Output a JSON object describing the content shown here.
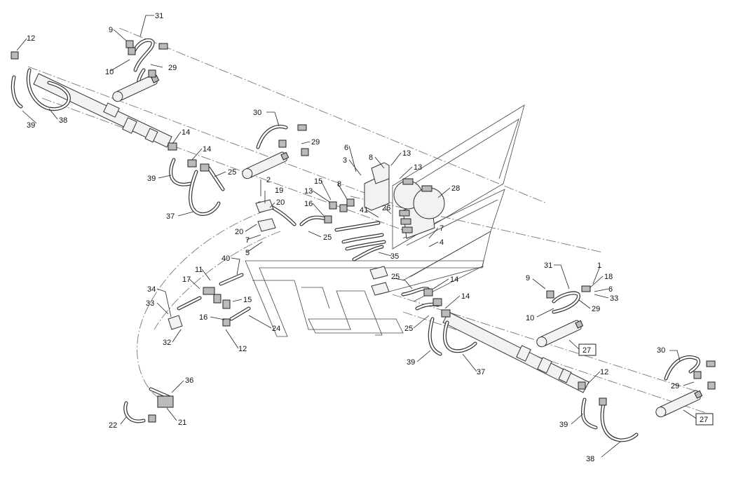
{
  "callouts": [
    {
      "id": "c12a",
      "text": "12"
    },
    {
      "id": "c31a",
      "text": "31"
    },
    {
      "id": "c9a",
      "text": "9"
    },
    {
      "id": "c10a",
      "text": "10"
    },
    {
      "id": "c29a",
      "text": "29"
    },
    {
      "id": "c39a",
      "text": "39"
    },
    {
      "id": "c38a",
      "text": "38"
    },
    {
      "id": "c30a",
      "text": "30"
    },
    {
      "id": "c29b",
      "text": "29"
    },
    {
      "id": "c14a",
      "text": "14"
    },
    {
      "id": "c14b",
      "text": "14"
    },
    {
      "id": "c39b",
      "text": "39"
    },
    {
      "id": "c25a",
      "text": "25"
    },
    {
      "id": "c37a",
      "text": "37"
    },
    {
      "id": "c6a",
      "text": "6"
    },
    {
      "id": "c3a",
      "text": "3"
    },
    {
      "id": "c8a",
      "text": "8"
    },
    {
      "id": "c13a",
      "text": "13"
    },
    {
      "id": "c13b",
      "text": "13"
    },
    {
      "id": "c28",
      "text": "28"
    },
    {
      "id": "c15a",
      "text": "15"
    },
    {
      "id": "c13c",
      "text": "13"
    },
    {
      "id": "c8b",
      "text": "8"
    },
    {
      "id": "c2",
      "text": "2"
    },
    {
      "id": "c19",
      "text": "19"
    },
    {
      "id": "c20a",
      "text": "20"
    },
    {
      "id": "c16a",
      "text": "16"
    },
    {
      "id": "c41",
      "text": "41"
    },
    {
      "id": "c26",
      "text": "26"
    },
    {
      "id": "c20b",
      "text": "20"
    },
    {
      "id": "c25b",
      "text": "25"
    },
    {
      "id": "c7a",
      "text": "7"
    },
    {
      "id": "c5",
      "text": "5"
    },
    {
      "id": "c7b",
      "text": "7"
    },
    {
      "id": "c4",
      "text": "4"
    },
    {
      "id": "c35",
      "text": "35"
    },
    {
      "id": "c40",
      "text": "40"
    },
    {
      "id": "c11",
      "text": "11"
    },
    {
      "id": "c17",
      "text": "17"
    },
    {
      "id": "c34",
      "text": "34"
    },
    {
      "id": "c33a",
      "text": "33"
    },
    {
      "id": "c15b",
      "text": "15"
    },
    {
      "id": "c16b",
      "text": "16"
    },
    {
      "id": "c24",
      "text": "24"
    },
    {
      "id": "c32",
      "text": "32"
    },
    {
      "id": "c12b",
      "text": "12"
    },
    {
      "id": "c25c",
      "text": "25"
    },
    {
      "id": "c14c",
      "text": "14"
    },
    {
      "id": "c14d",
      "text": "14"
    },
    {
      "id": "c25d",
      "text": "25"
    },
    {
      "id": "c39c",
      "text": "39"
    },
    {
      "id": "c37b",
      "text": "37"
    },
    {
      "id": "c31b",
      "text": "31"
    },
    {
      "id": "c1",
      "text": "1"
    },
    {
      "id": "c9b",
      "text": "9"
    },
    {
      "id": "c18",
      "text": "18"
    },
    {
      "id": "c6b",
      "text": "6"
    },
    {
      "id": "c33b",
      "text": "33"
    },
    {
      "id": "c29c",
      "text": "29"
    },
    {
      "id": "c10b",
      "text": "10"
    },
    {
      "id": "c27a",
      "text": "27"
    },
    {
      "id": "c36",
      "text": "36"
    },
    {
      "id": "c22",
      "text": "22"
    },
    {
      "id": "c21",
      "text": "21"
    },
    {
      "id": "c12c",
      "text": "12"
    },
    {
      "id": "c39d",
      "text": "39"
    },
    {
      "id": "c38b",
      "text": "38"
    },
    {
      "id": "c30b",
      "text": "30"
    },
    {
      "id": "c29d",
      "text": "29"
    },
    {
      "id": "c27b",
      "text": "27"
    }
  ]
}
